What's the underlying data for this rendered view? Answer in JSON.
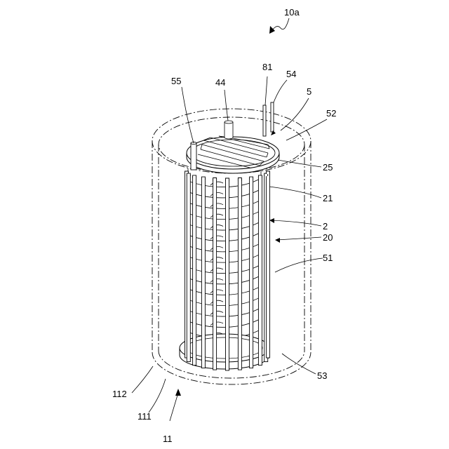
{
  "figure": {
    "label": "10a",
    "callouts": {
      "c81": "81",
      "c54": "54",
      "c55": "55",
      "c44": "44",
      "c5": "5",
      "c52": "52",
      "c25": "25",
      "c21": "21",
      "c2": "2",
      "c20": "20",
      "c51": "51",
      "c53": "53",
      "c112": "112",
      "c111": "111",
      "c11": "11"
    },
    "vertical_bar_count": 11,
    "coil_turn_count": 16,
    "colors": {
      "line": "#000000",
      "background": "#ffffff"
    }
  }
}
